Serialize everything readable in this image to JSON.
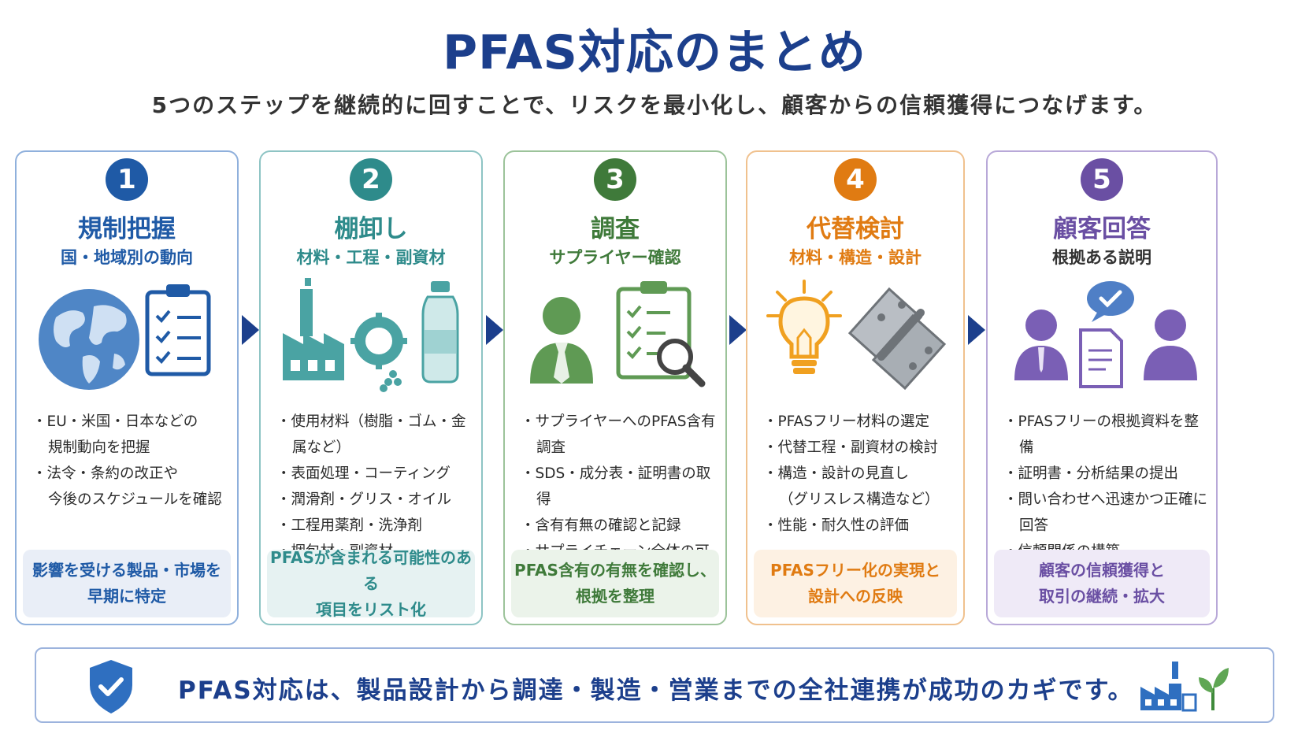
{
  "title": "PFAS対応のまとめ",
  "subtitle": "5つのステップを継続的に回すことで、リスクを最小化し、顧客からの信頼獲得につなげます。",
  "steps": [
    {
      "number": "1",
      "title": "規制把握",
      "subtitle": "国・地域別の動向",
      "color": "#1f5aa6",
      "bullets": [
        "・EU・米国・日本などの\n規制動向を把握",
        "・法令・条約の改正や\n今後のスケジュールを確認"
      ],
      "note": "影響を受ける製品・市場を\n早期に特定",
      "icons": [
        "globe-icon",
        "clipboard-checklist-icon"
      ]
    },
    {
      "number": "2",
      "title": "棚卸し",
      "subtitle": "材料・工程・副資材",
      "color": "#2e8b8b",
      "bullets": [
        "・使用材料（樹脂・ゴム・金属など）",
        "・表面処理・コーティング",
        "・潤滑剤・グリス・オイル",
        "・工程用薬剤・洗浄剤",
        "・梱包材・副資材"
      ],
      "note": "PFASが含まれる可能性のある\n項目をリスト化",
      "icons": [
        "factory-icon",
        "gear-icon",
        "bottle-icon"
      ]
    },
    {
      "number": "3",
      "title": "調査",
      "subtitle": "サプライヤー確認",
      "color": "#3f7a3a",
      "bullets": [
        "・サプライヤーへのPFAS含有調査",
        "・SDS・成分表・証明書の取得",
        "・含有有無の確認と記録",
        "・サプライチェーン全体の可視化"
      ],
      "note": "PFAS含有の有無を確認し、\n根拠を整理",
      "icons": [
        "person-icon",
        "clipboard-magnifier-icon"
      ]
    },
    {
      "number": "4",
      "title": "代替検討",
      "subtitle": "材料・構造・設計",
      "color": "#e07b12",
      "bullets": [
        "・PFASフリー材料の選定",
        "・代替工程・副資材の検討",
        "・構造・設計の見直し\n（グリスレス構造など）",
        "・性能・耐久性の評価"
      ],
      "note": "PFASフリー化の実現と\n設計への反映",
      "icons": [
        "lightbulb-icon",
        "hinge-icon"
      ]
    },
    {
      "number": "5",
      "title": "顧客回答",
      "subtitle": "根拠ある説明",
      "color": "#6a4fa3",
      "bullets": [
        "・PFASフリーの根拠資料を整備",
        "・証明書・分析結果の提出",
        "・問い合わせへ迅速かつ正確に回答",
        "・信頼関係の構築"
      ],
      "note": "顧客の信頼獲得と\n取引の継続・拡大",
      "icons": [
        "people-icon",
        "document-icon",
        "check-bubble-icon"
      ]
    }
  ],
  "banner": {
    "text": "PFAS対応は、製品設計から調達・製造・営業までの全社連携が成功のカギです。",
    "icons": [
      "shield-check-icon",
      "factory-leaf-icon"
    ]
  },
  "colors": {
    "navy": "#1c3f8c",
    "step1": "#1f5aa6",
    "step2": "#2e8b8b",
    "step3": "#3f7a3a",
    "step4": "#e07b12",
    "step5": "#6a4fa3"
  }
}
